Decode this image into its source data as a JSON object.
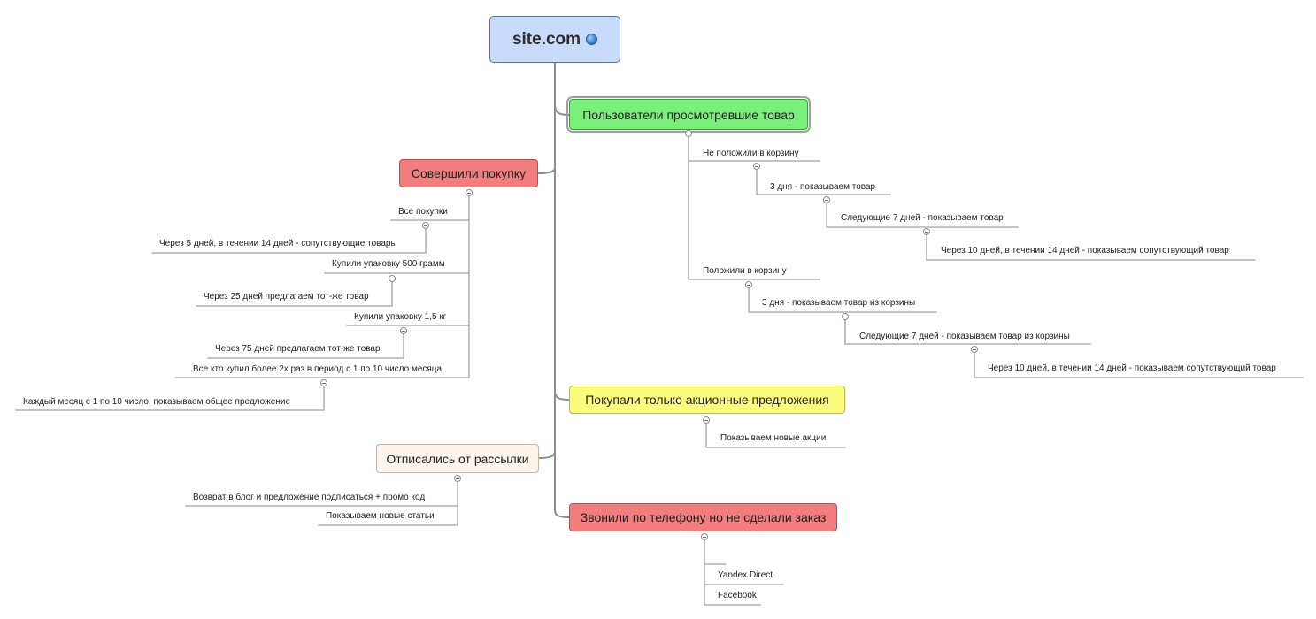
{
  "root": {
    "label": "site.com",
    "icon": "globe-icon"
  },
  "branches": {
    "viewed": {
      "label": "Пользователи просмотревшие товар",
      "not_in_cart": {
        "label": "Не положили в корзину",
        "step1": "3 дня - показываем товар",
        "step2": "Следующие 7 дней - показываем товар",
        "step3": "Через 10 дней, в течении 14 дней - показываем сопутствующий товар"
      },
      "in_cart": {
        "label": "Положили в корзину",
        "step1": "3 дня - показываем товар из корзины",
        "step2": "Следующие 7 дней - показываем товар из корзины",
        "step3": "Через 10 дней, в течении 14 дней - показываем сопутствующий товар"
      }
    },
    "bought": {
      "label": "Совершили покупку",
      "all": {
        "label": "Все покупки",
        "action": "Через 5 дней, в течении 14 дней - сопутствующие товары"
      },
      "pack500": {
        "label": "Купили упаковку 500 грамм",
        "action": "Через 25 дней предлагаем тот-же товар"
      },
      "pack15": {
        "label": "Купили упаковку 1,5 кг",
        "action": "Через 75 дней предлагаем тот-же товар"
      },
      "multi": {
        "label": "Все кто купил более 2х раз в период с 1 по 10 число месяца",
        "action": "Каждый месяц с 1 по 10 число, показываем  общее предложение"
      }
    },
    "promo": {
      "label": "Покупали только акционные предложения",
      "action": "Показываем новые акции"
    },
    "unsubscribed": {
      "label": "Отписались от рассылки",
      "item1": "Возврат в блог и предложение подписаться + промо код",
      "item2": "Показываем новые статьи"
    },
    "phone": {
      "label": "Звонили по телефону но не сделали заказ",
      "item1": "Yandex Direct",
      "item2": "Facebook"
    }
  }
}
